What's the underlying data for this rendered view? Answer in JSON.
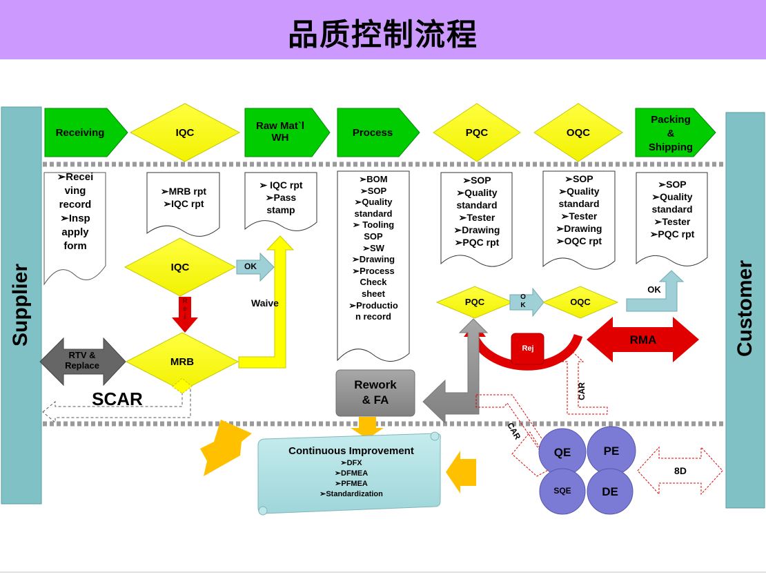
{
  "title": "品质控制流程",
  "sides": {
    "supplier": "Supplier",
    "customer": "Customer"
  },
  "flow": {
    "receiving": "Receiving",
    "iqc": "IQC",
    "raw_wh": "Raw Mat`l\nWH",
    "process": "Process",
    "pqc": "PQC",
    "oqc": "OQC",
    "packing": "Packing\n&\nShipping"
  },
  "docs": {
    "receiving": "➢Recei\nving\nrecord\n➢Insp\napply\nform",
    "iqc": "➢MRB rpt\n➢IQC rpt",
    "wh": "➢ IQC rpt\n➢Pass\nstamp",
    "process": "➢BOM\n➢SOP\n➢Quality\nstandard\n➢ Tooling\nSOP\n➢SW\n➢Drawing\n➢Process\nCheck\nsheet\n➢Productio\nn record",
    "pqc": "➢SOP\n➢Quality\nstandard\n➢Tester\n➢Drawing\n➢PQC rpt",
    "oqc": "➢SOP\n➢Quality\nstandard\n➢Tester\n➢Drawing\n➢OQC rpt",
    "packing": "➢SOP\n➢Quality\nstandard\n➢Tester\n➢PQC rpt"
  },
  "lower": {
    "iqc2": "IQC",
    "ok1": "OK",
    "rej1": "R\ne\nj",
    "waive": "Waive",
    "mrb": "MRB",
    "rtv": "RTV &\nReplace",
    "scar": "SCAR",
    "pqc2": "PQC",
    "ok2": "O\nK",
    "oqc2": "OQC",
    "ok3": "OK",
    "rej2": "Rej",
    "rma": "RMA",
    "rework": "Rework\n& FA",
    "car1": "CAR",
    "car2": "CAR",
    "qe": "QE",
    "pe": "PE",
    "sqe": "SQE",
    "de": "DE",
    "eight_d": "8D"
  },
  "ci": {
    "title": "Continuous Improvement",
    "items": [
      "➢DFX",
      "➢DFMEA",
      "➢PFMEA",
      "➢Standardization"
    ]
  },
  "colors": {
    "banner": "#cc99ff",
    "green": "#00cc00",
    "yellow": "#ffff00",
    "teal": "#7fc1c5",
    "red": "#e00000",
    "gray": "#8c8c8c",
    "purple": "#7b7bd6",
    "orange": "#ffc000"
  }
}
